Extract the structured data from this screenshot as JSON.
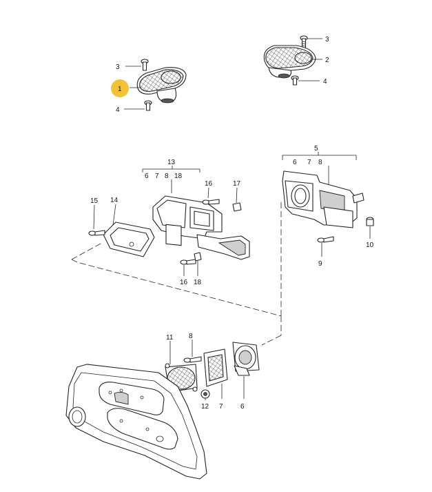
{
  "colors": {
    "highlight": "#f2c23a",
    "line": "#222222",
    "background": "#ffffff"
  },
  "callouts": {
    "top_right": {
      "c3": "3",
      "c2": "2",
      "c4": "4"
    },
    "top_left": {
      "c3": "3",
      "c1": "1",
      "c4": "4"
    },
    "middle_left": {
      "c13": "13",
      "c13_sub": [
        "6",
        "7",
        "8",
        "18"
      ],
      "c15": "15",
      "c14": "14",
      "c16a": "16",
      "c17": "17",
      "c16b": "16",
      "c18": "18"
    },
    "middle_right": {
      "c5": "5",
      "c5_sub": [
        "6",
        "7",
        "8"
      ],
      "c10": "10",
      "c9": "9"
    },
    "bottom": {
      "c11": "11",
      "c8": "8",
      "c12": "12",
      "c7": "7",
      "c6": "6"
    }
  }
}
